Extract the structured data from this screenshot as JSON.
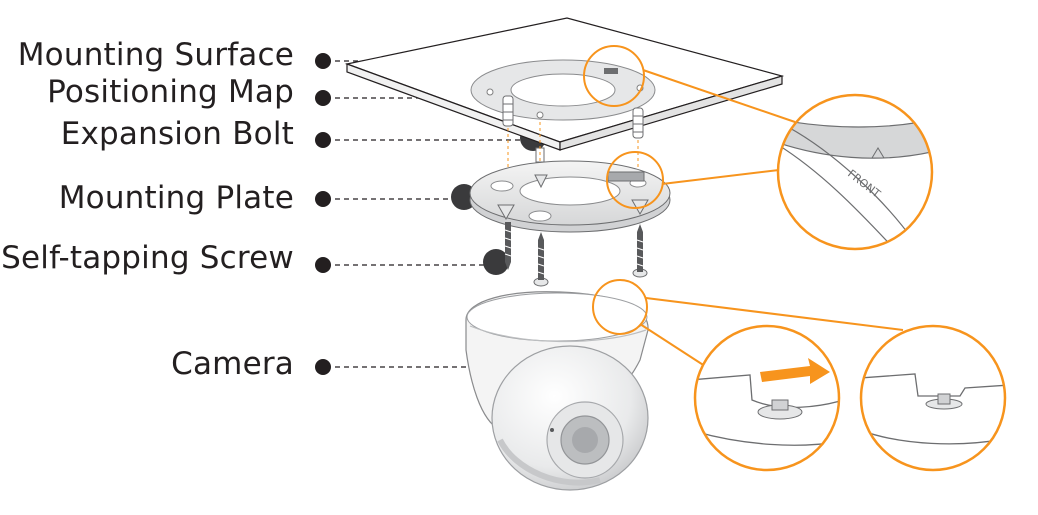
{
  "labels": {
    "mounting_surface": "Mounting Surface",
    "positioning_map": "Positioning Map",
    "expansion_bolt": "Expansion Bolt",
    "mounting_plate": "Mounting Plate",
    "self_tapping_screw": "Self-tapping Screw",
    "camera": "Camera"
  },
  "callouts": {
    "front_mark": "FRONT"
  },
  "colors": {
    "accent": "#f7941d",
    "text": "#231f20",
    "line": "#58595b"
  }
}
